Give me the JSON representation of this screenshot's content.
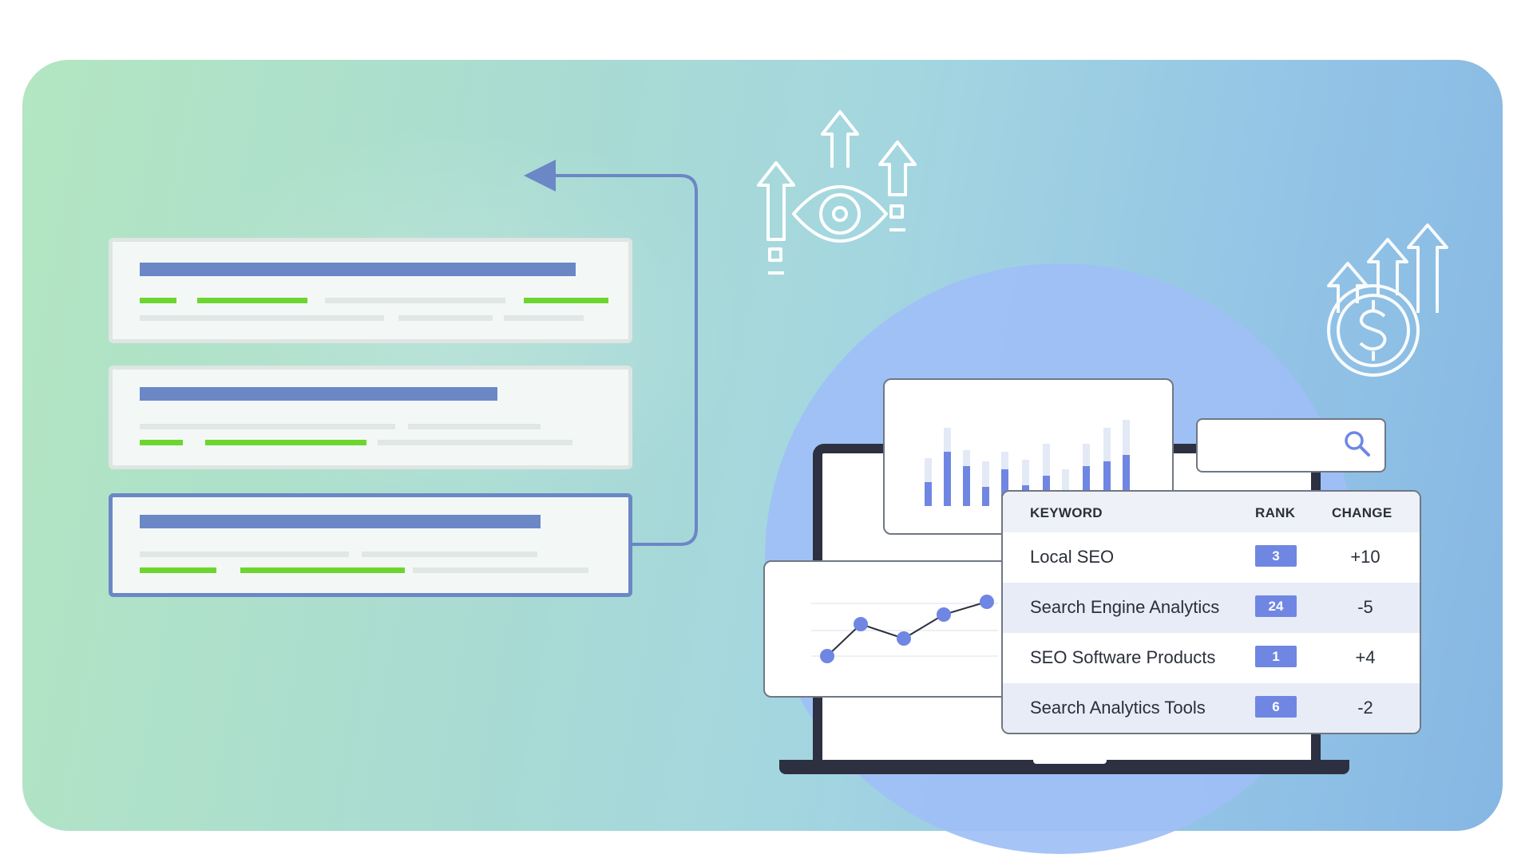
{
  "table": {
    "headers": {
      "keyword": "KEYWORD",
      "rank": "RANK",
      "change": "CHANGE"
    },
    "rows": [
      {
        "keyword": "Local SEO",
        "rank": "3",
        "change": "+10"
      },
      {
        "keyword": "Search Engine Analytics",
        "rank": "24",
        "change": "-5"
      },
      {
        "keyword": "SEO Software Products",
        "rank": "1",
        "change": "+4"
      },
      {
        "keyword": "Search Analytics Tools",
        "rank": "6",
        "change": "-2"
      }
    ]
  },
  "colors": {
    "accent_blue": "#6b87c6",
    "bar_blue": "#6f86e3",
    "highlight_green": "#6dd62e",
    "circle_blue": "#9fbff6"
  },
  "icons": [
    "eye-arrows-icon",
    "dollar-growth-icon",
    "search-icon",
    "return-arrow-icon"
  ]
}
